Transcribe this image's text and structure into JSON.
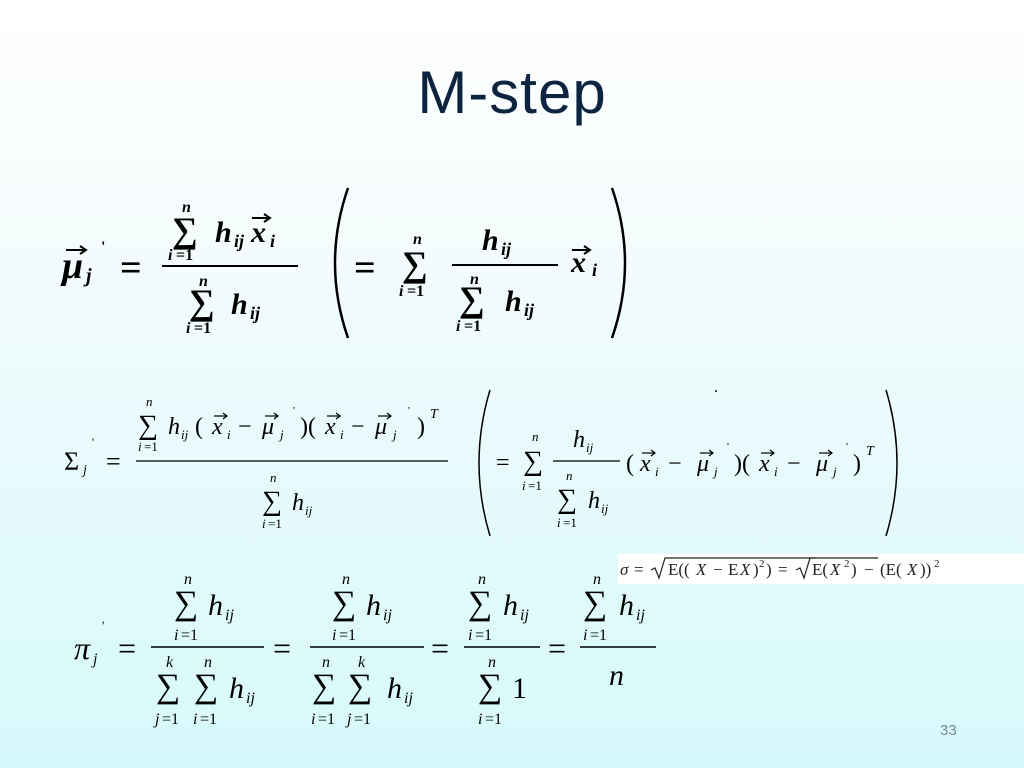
{
  "slide": {
    "title": "M-step",
    "page_number": "33",
    "dot": "."
  },
  "formulas": {
    "mean_update": "μ_j' = Σ_{i=1}^{n} h_ij x_i / Σ_{i=1}^{n} h_ij  ( = Σ_{i=1}^{n} [h_ij / Σ_{i=1}^{n} h_ij] x_i )",
    "covariance_update": "Σ_j' = Σ_{i=1}^{n} h_ij (x_i − μ_j')(x_i − μ_j')^T / Σ_{i=1}^{n} h_ij  ( = Σ_{i=1}^{n} [h_ij / Σ_{i=1}^{n} h_ij] (x_i − μ_j')(x_i − μ_j')^T )",
    "mixing_weight_update": "π_j' = Σ_{i=1}^{n} h_ij / Σ_{j=1}^{k} Σ_{i=1}^{n} h_ij = Σ_{i=1}^{n} h_ij / Σ_{i=1}^{n} Σ_{j=1}^{k} h_ij = Σ_{i=1}^{n} h_ij / Σ_{i=1}^{n} 1 = Σ_{i=1}^{n} h_ij / n",
    "std_dev_snippet": "σ = √E((X − EX)²) = √E(X²) − (E(X))²"
  }
}
